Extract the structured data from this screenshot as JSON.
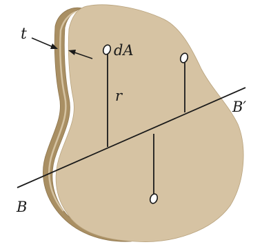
{
  "figure": {
    "labels": {
      "thickness": "t",
      "area_element": "dA",
      "distance": "r",
      "axis_start": "B",
      "axis_end": "B′"
    },
    "colors": {
      "plate_face": "#d6c3a3",
      "plate_edge": "#a98f63",
      "plate_edge_light": "#e8d9bd",
      "line": "#1a1a1a",
      "element_fill": "#ffffff"
    }
  }
}
